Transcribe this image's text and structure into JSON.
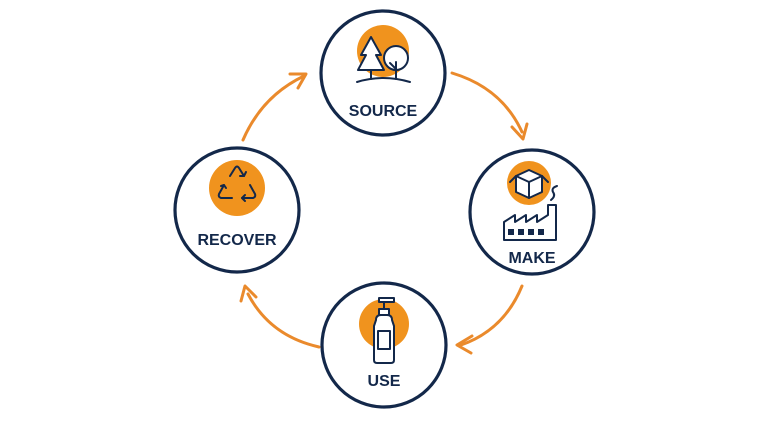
{
  "diagram": {
    "type": "circular-cycle",
    "colors": {
      "ring": "#13284a",
      "accent": "#f0931e",
      "arrow": "#ea8a2c",
      "background": "#ffffff"
    },
    "nodes": [
      {
        "id": "source",
        "label": "SOURCE",
        "icon": "trees-icon"
      },
      {
        "id": "make",
        "label": "MAKE",
        "icon": "box-and-factory-icon"
      },
      {
        "id": "use",
        "label": "USE",
        "icon": "pump-bottle-icon"
      },
      {
        "id": "recover",
        "label": "RECOVER",
        "icon": "recycle-icon"
      }
    ],
    "flow": [
      {
        "from": "source",
        "to": "make"
      },
      {
        "from": "make",
        "to": "use"
      },
      {
        "from": "use",
        "to": "recover"
      },
      {
        "from": "recover",
        "to": "source"
      }
    ]
  }
}
